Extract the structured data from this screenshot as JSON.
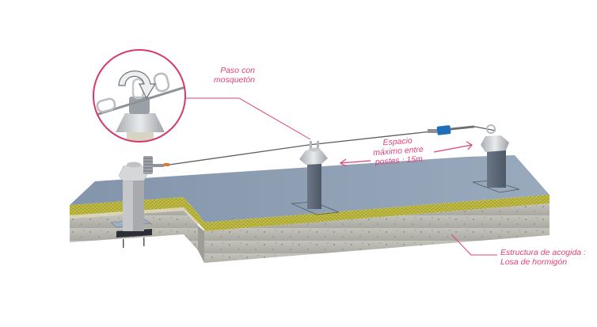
{
  "diagram": {
    "title": "Línea de vida sobre losa de hormigón",
    "annotations": {
      "carabiner_pass": {
        "line1": "Paso con",
        "line2": "mosquetón"
      },
      "max_spacing": {
        "line1": "Espacio",
        "line2": "máximo entre",
        "line3": "postes : 15m"
      },
      "support_structure": {
        "line1": "Estructura de acogida :",
        "line2": "Losa de hormigón"
      }
    },
    "components": [
      "end-post-with-shock-absorber",
      "intermediate-post",
      "end-post",
      "steel-cable",
      "tensioner",
      "concrete-slab",
      "detail-magnifier"
    ],
    "colors": {
      "accent": "#e0417a",
      "slab_top": "#8a9bb0",
      "slab_side": "#b9b8b1",
      "waterproofing": "#b6b23a",
      "post": "#5f6b7a",
      "tensioner": "#1e6fb5",
      "absorber_tag": "#e07a2a"
    }
  }
}
